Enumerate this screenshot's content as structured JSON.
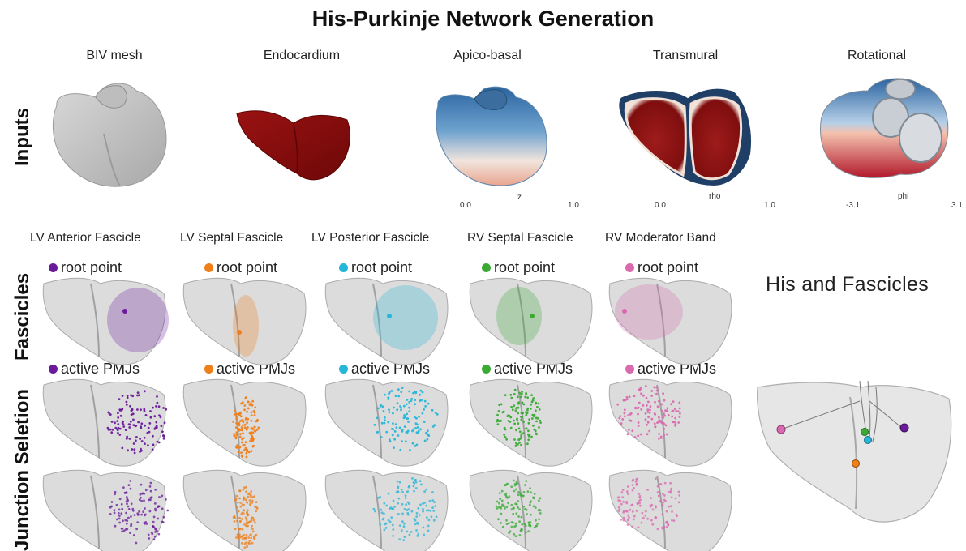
{
  "title": "His-Purkinje Network Generation",
  "inputs": {
    "row_label": "Inputs",
    "columns": [
      {
        "label": "BIV mesh"
      },
      {
        "label": "Endocardium"
      },
      {
        "label": "Apico-basal",
        "colorbar": {
          "name": "z",
          "min": "0.0",
          "max": "1.0"
        }
      },
      {
        "label": "Transmural",
        "colorbar": {
          "name": "rho",
          "min": "0.0",
          "max": "1.0"
        }
      },
      {
        "label": "Rotational",
        "colorbar": {
          "name": "phi",
          "min": "-3.1",
          "max": "3.1"
        }
      }
    ],
    "colors": {
      "mesh": "#c8c8c8",
      "endocardium": "#8b0e0e",
      "low": "#b2182b",
      "mid": "#f7f0ec",
      "high": "#2a64a0"
    }
  },
  "fascicles": {
    "row_labels": [
      "Fascicles",
      "Junction Seletion"
    ],
    "names": [
      "LV Anterior Fascicle",
      "LV Septal Fascicle",
      "LV Posterior Fascicle",
      "RV Septal Fascicle",
      "RV Moderator Band"
    ],
    "colors": [
      "#6a1b9a",
      "#ef7f1a",
      "#26b6d8",
      "#3aaa35",
      "#d96ab0"
    ],
    "root_label": "root point",
    "pmj_label": "active PMJs"
  },
  "his": {
    "title": "His and Fascicles"
  }
}
